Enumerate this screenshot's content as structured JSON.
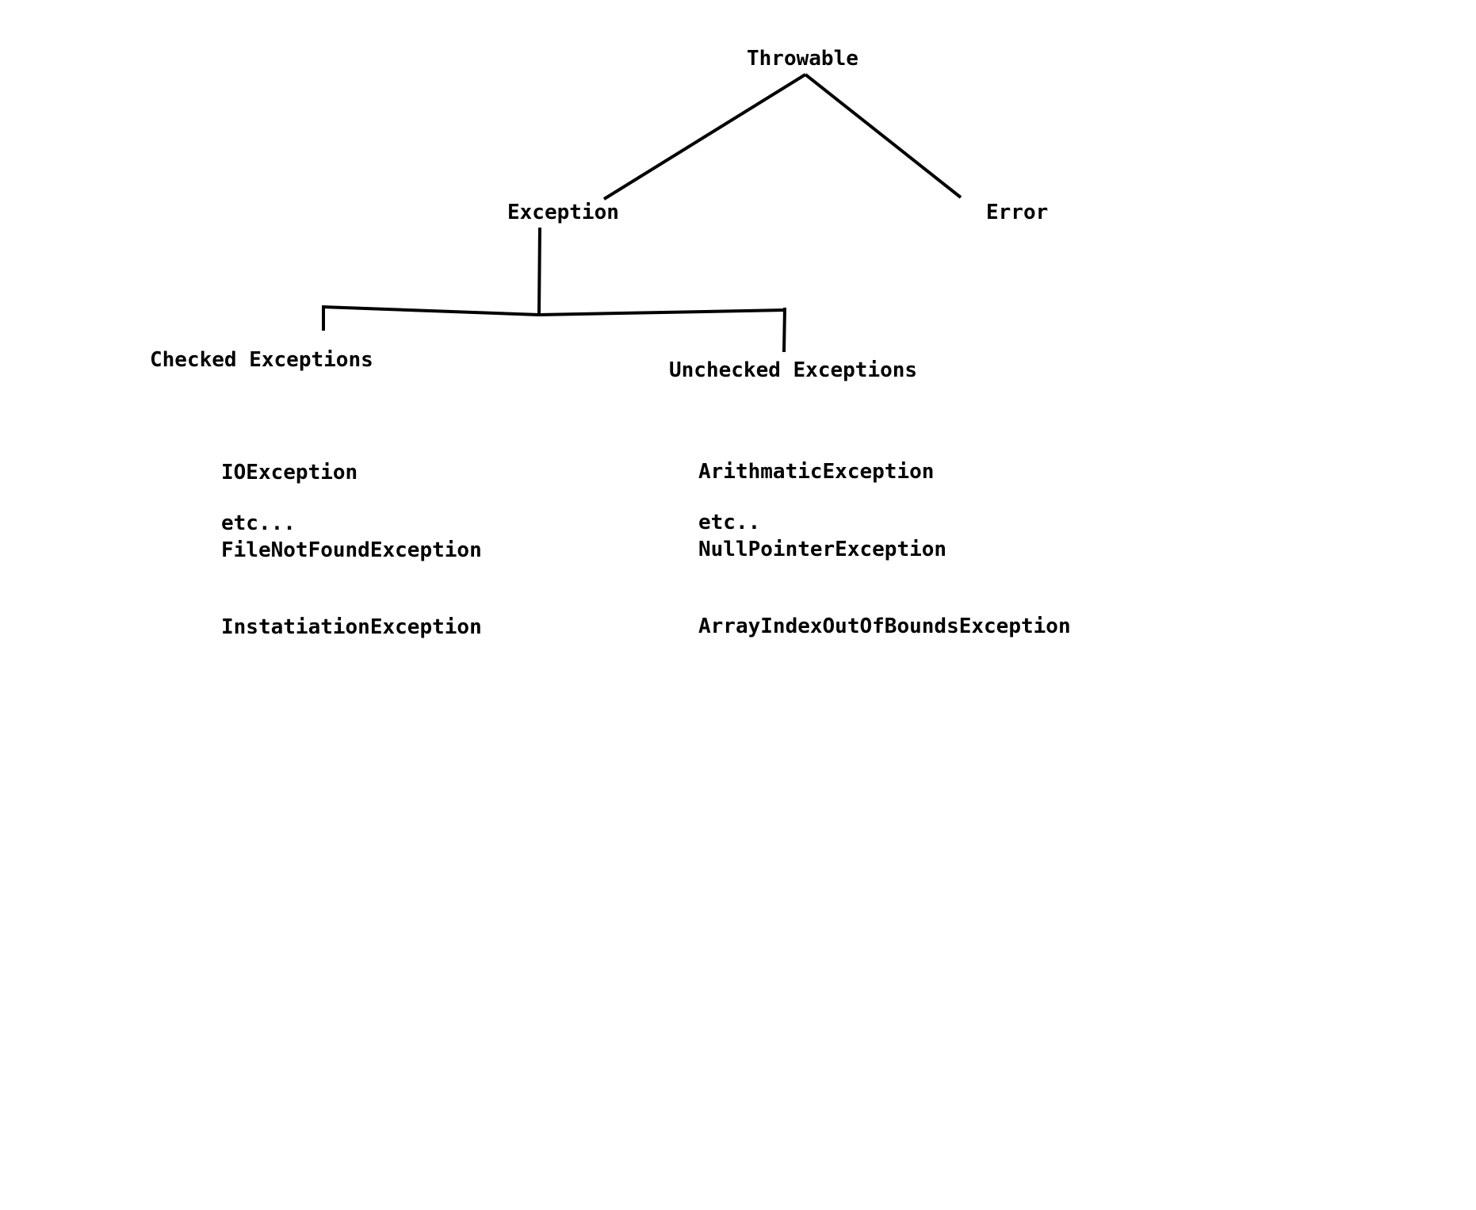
{
  "root": {
    "label": "Throwable"
  },
  "exception": {
    "label": "Exception"
  },
  "error": {
    "label": "Error"
  },
  "checked": {
    "label": "Checked Exceptions",
    "items": [
      "IOException",
      "FileNotFoundException",
      "InstatiationException"
    ],
    "etc": "etc..."
  },
  "unchecked": {
    "label": "Unchecked Exceptions",
    "items": [
      "ArithmaticException",
      "NullPointerException",
      "ArrayIndexOutOfBoundsException"
    ],
    "etc": "etc.."
  },
  "colors": {
    "ink": "#000000",
    "background": "#ffffff"
  }
}
